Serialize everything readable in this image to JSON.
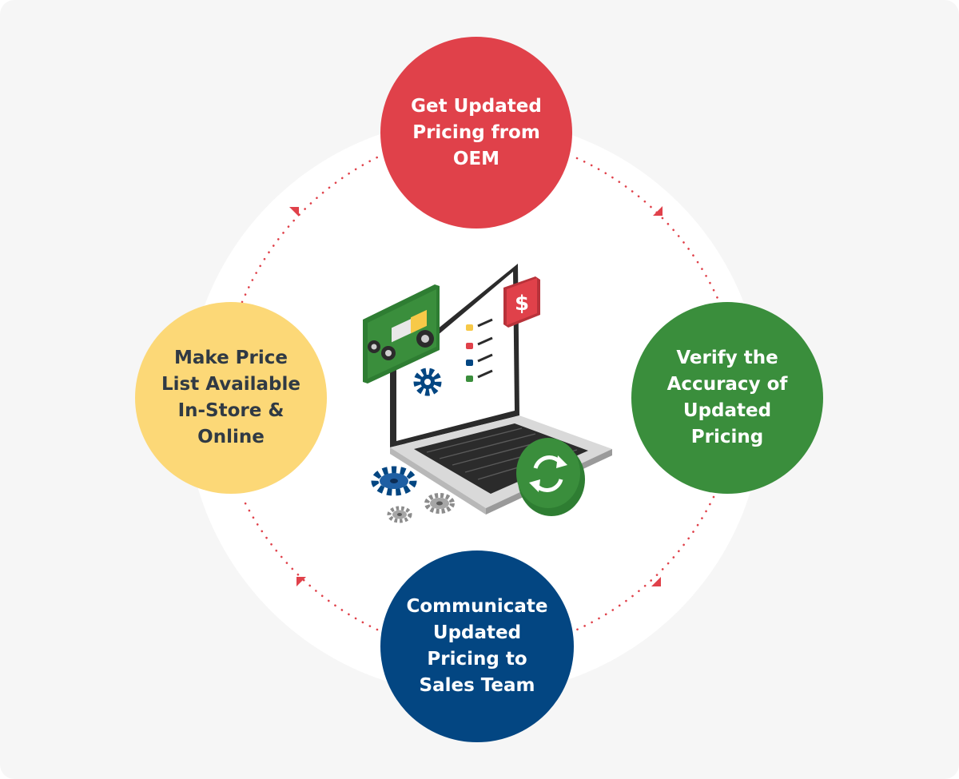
{
  "diagram": {
    "steps": {
      "top": {
        "label": "Get Updated Pricing from OEM",
        "color": "#e0414a"
      },
      "right": {
        "label": "Verify the Accuracy of Updated Pricing",
        "color": "#3a8e3c"
      },
      "bottom": {
        "label": "Communicate Updated Pricing to Sales Team",
        "color": "#034682"
      },
      "left": {
        "label": "Make Price List Available In-Store & Online",
        "color": "#fcd877"
      }
    },
    "connector_color": "#e0414a",
    "center_illustration": {
      "icons": [
        "laptop-icon",
        "dollar-icon",
        "tractor-icon",
        "gear-icon",
        "refresh-icon",
        "checklist-icon"
      ],
      "dollar_symbol": "$"
    }
  }
}
